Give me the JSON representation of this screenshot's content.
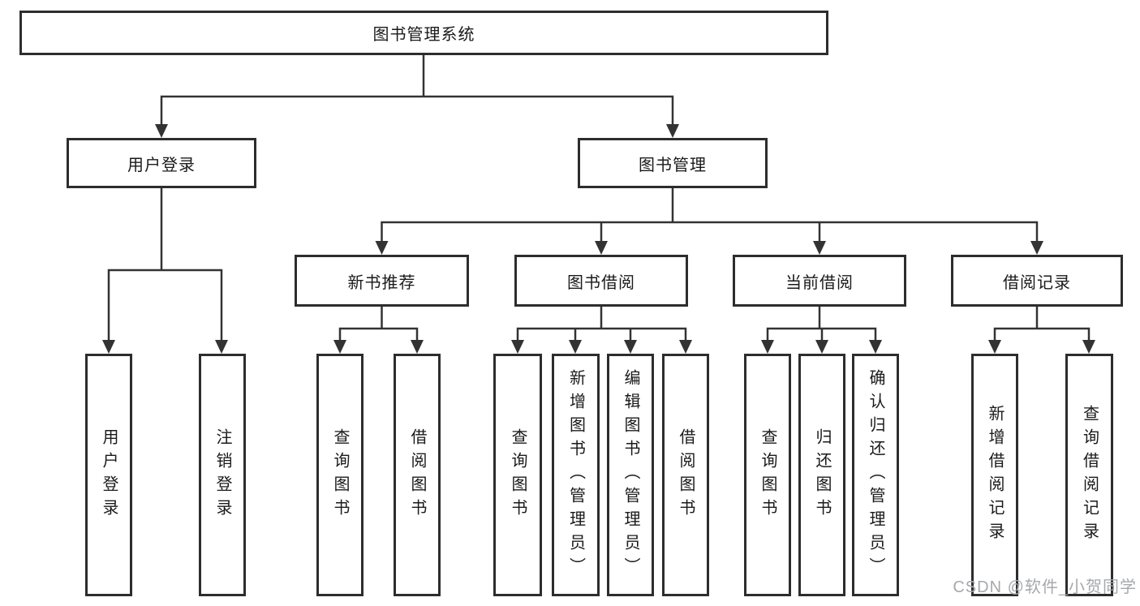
{
  "diagram": {
    "type": "hierarchy-tree",
    "root": {
      "label": "图书管理系统"
    },
    "branches": [
      {
        "label": "用户登录",
        "children": [
          {
            "label": "用户登录"
          },
          {
            "label": "注销登录"
          }
        ]
      },
      {
        "label": "图书管理",
        "children": [
          {
            "label": "新书推荐",
            "children": [
              {
                "label": "查询图书"
              },
              {
                "label": "借阅图书"
              }
            ]
          },
          {
            "label": "图书借阅",
            "children": [
              {
                "label": "查询图书"
              },
              {
                "label": "新增图书（管理员）"
              },
              {
                "label": "编辑图书（管理员）"
              },
              {
                "label": "借阅图书"
              }
            ]
          },
          {
            "label": "当前借阅",
            "children": [
              {
                "label": "查询图书"
              },
              {
                "label": "归还图书"
              },
              {
                "label": "确认归还（管理员）"
              }
            ]
          },
          {
            "label": "借阅记录",
            "children": [
              {
                "label": "新增借阅记录"
              },
              {
                "label": "查询借阅记录"
              }
            ]
          }
        ]
      }
    ]
  },
  "watermark": {
    "text": "CSDN @软件_小贺同学"
  },
  "colors": {
    "line": "#333333",
    "box_border": "#2d2d2d",
    "text": "#1a1a1a",
    "watermark": "#a6a8ab",
    "background": "#ffffff"
  }
}
